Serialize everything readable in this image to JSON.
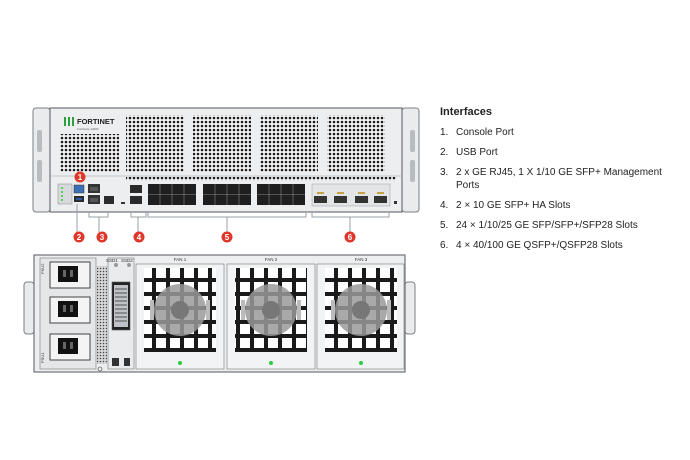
{
  "brand": {
    "logo_text": "FORTINET",
    "model_text": "FortiGate 4400F"
  },
  "callouts": [
    "1",
    "2",
    "3",
    "4",
    "5",
    "6"
  ],
  "rear_labels": {
    "ssd1": "SSD1",
    "ssd2": "SSD2",
    "fans": [
      "FAN 1",
      "FAN 2",
      "FAN 3"
    ],
    "psus": [
      "PSU2",
      "PSU1"
    ]
  },
  "interfaces": {
    "title": "Interfaces",
    "items": [
      {
        "num": "1.",
        "text": "Console Port"
      },
      {
        "num": "2.",
        "text": "USB Port"
      },
      {
        "num": "3.",
        "text": "2 x GE RJ45, 1 X 1/10 GE SFP+ Management Ports"
      },
      {
        "num": "4.",
        "text": "2 × 10 GE SFP+ HA Slots"
      },
      {
        "num": "5.",
        "text": "24 × 1/10/25 GE SFP/SFP+/SFP28 Slots"
      },
      {
        "num": "6.",
        "text": "4 × 40/100 GE QSFP+/QSFP28 Slots"
      }
    ]
  },
  "colors": {
    "callout": "#e0372b",
    "bracket": "#9aa0a6",
    "chassis": "#e7e9eb",
    "fan_led": "#2ecc40",
    "logo_accent": "#2e9e3e"
  }
}
